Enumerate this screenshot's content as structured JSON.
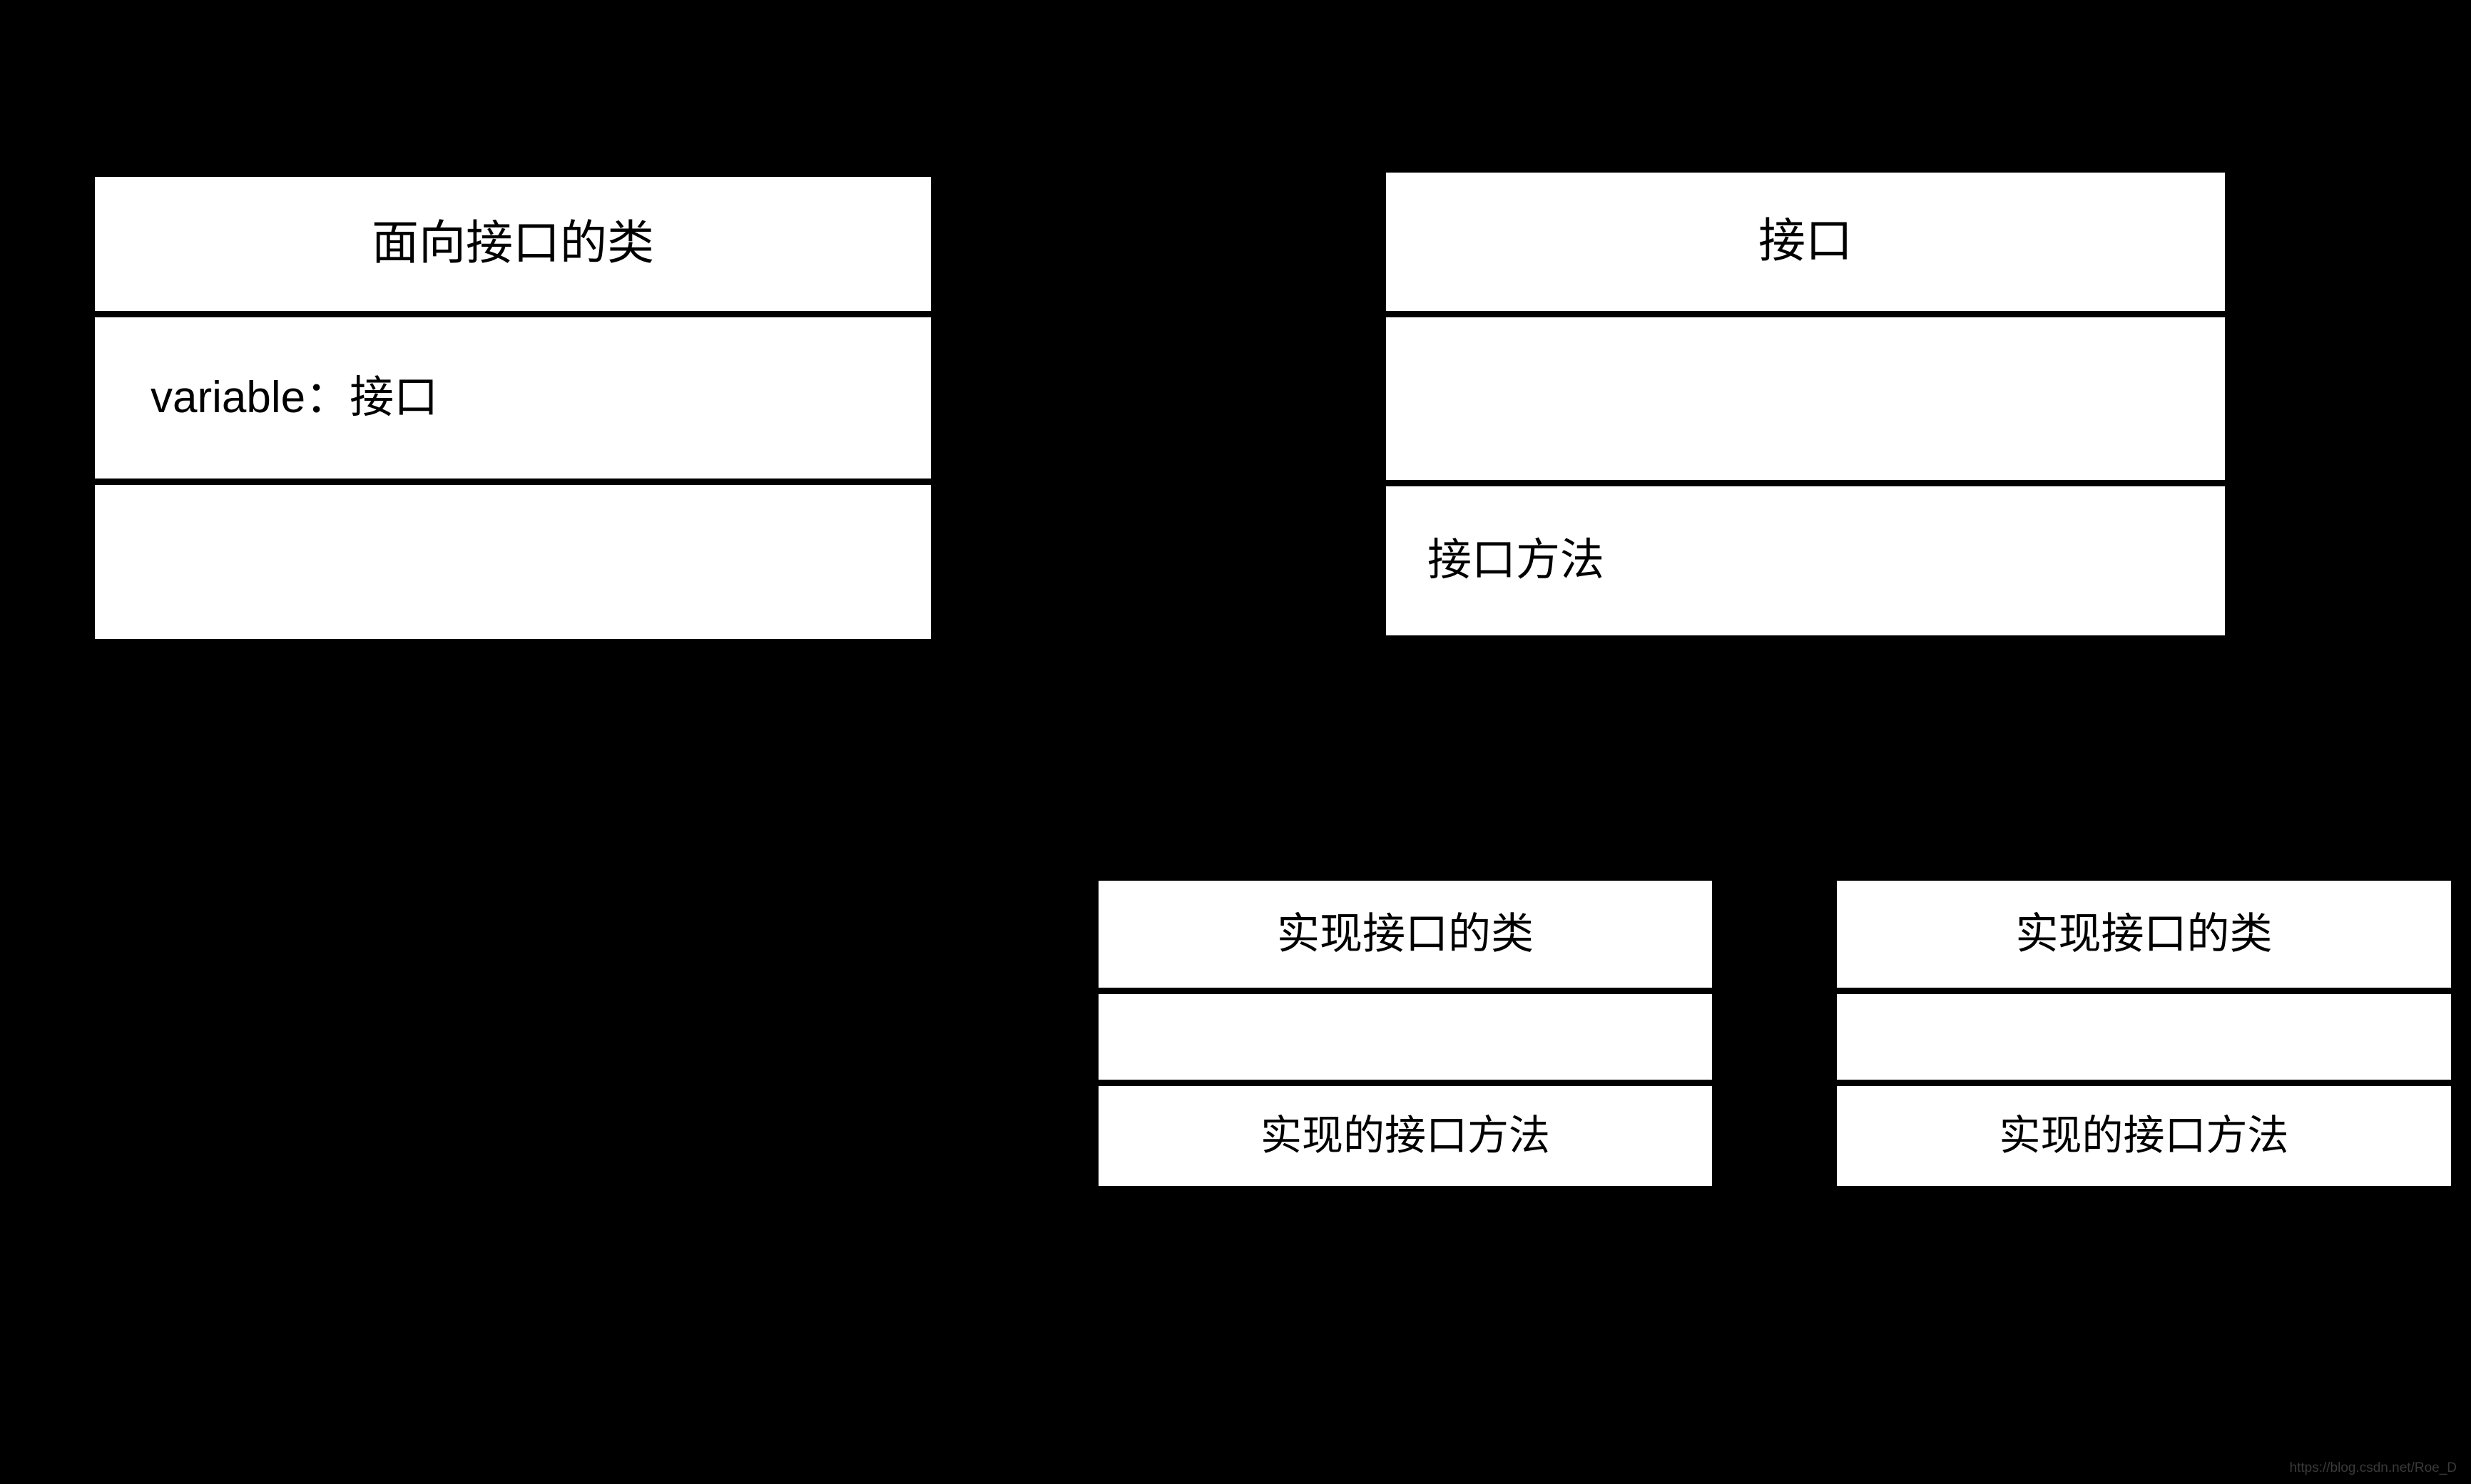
{
  "diagram": {
    "type": "uml-class-diagram",
    "background_color": "#000000",
    "box_fill_color": "#ffffff",
    "text_color": "#000000",
    "boxes": [
      {
        "id": "interface-oriented-class",
        "title": "面向接口的类",
        "title_align": "center",
        "attributes": "variable：接口",
        "attributes_align": "left",
        "methods": "",
        "methods_align": "left"
      },
      {
        "id": "interface",
        "title": "接口",
        "title_align": "center",
        "attributes": "",
        "attributes_align": "left",
        "methods": "接口方法",
        "methods_align": "left"
      },
      {
        "id": "impl-class-1",
        "title": "实现接口的类",
        "title_align": "center",
        "attributes": "",
        "attributes_align": "left",
        "methods": "实现的接口方法",
        "methods_align": "center"
      },
      {
        "id": "impl-class-2",
        "title": "实现接口的类",
        "title_align": "center",
        "attributes": "",
        "attributes_align": "left",
        "methods": "实现的接口方法",
        "methods_align": "center"
      }
    ]
  },
  "watermark": {
    "text": "https://blog.csdn.net/Roe_D",
    "color": "#3a3a3a"
  }
}
